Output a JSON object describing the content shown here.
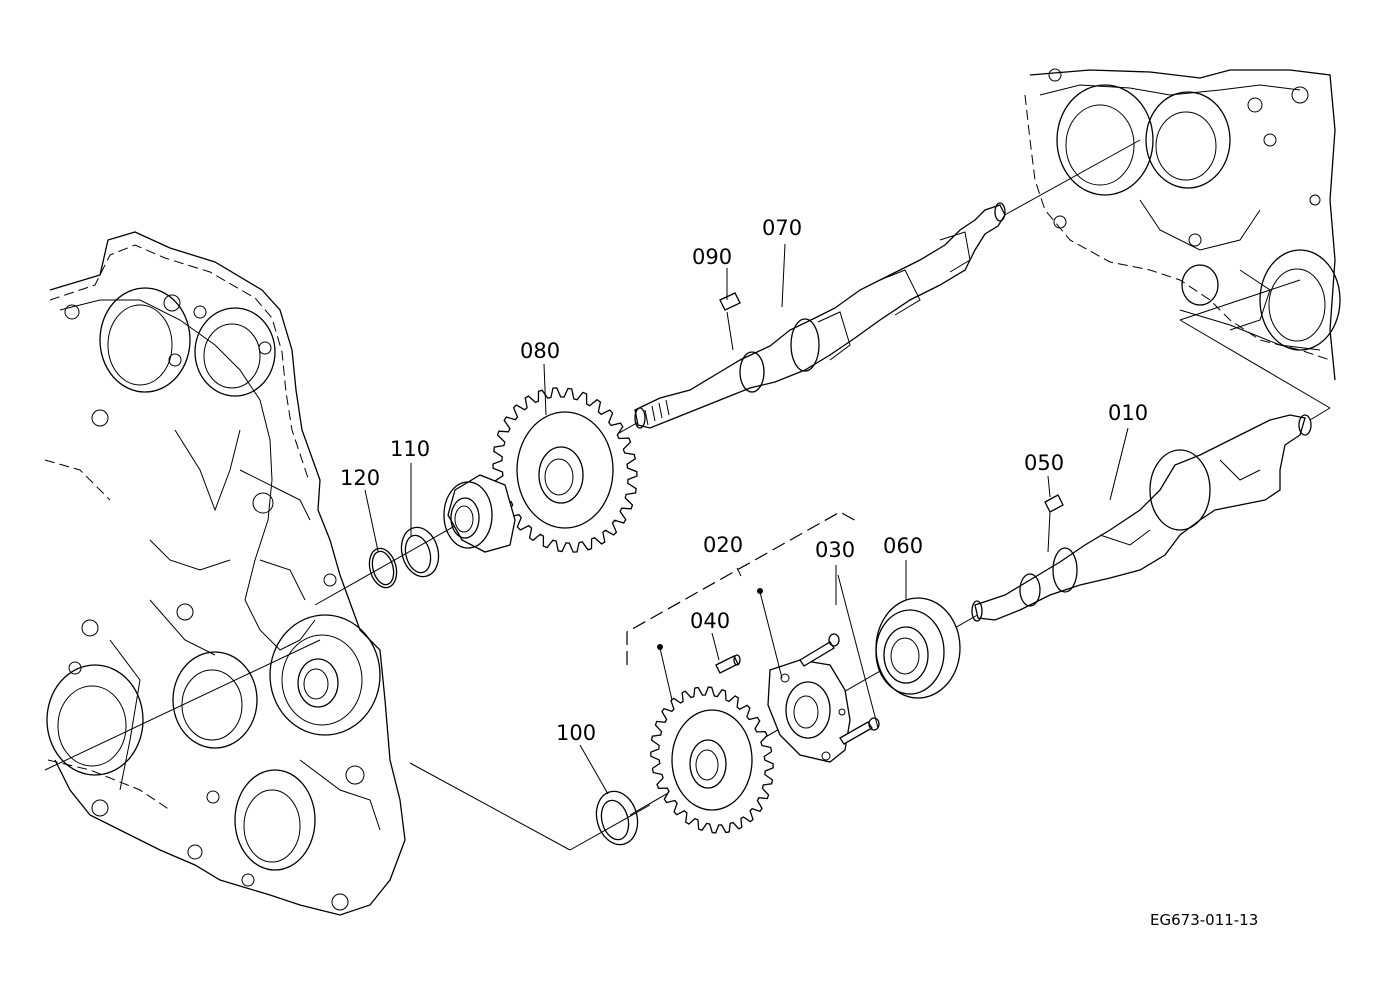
{
  "diagram": {
    "parts": [
      {
        "id": "p010",
        "label": "010"
      },
      {
        "id": "p020",
        "label": "020"
      },
      {
        "id": "p030",
        "label": "030"
      },
      {
        "id": "p040",
        "label": "040"
      },
      {
        "id": "p050",
        "label": "050"
      },
      {
        "id": "p060",
        "label": "060"
      },
      {
        "id": "p070",
        "label": "070"
      },
      {
        "id": "p080",
        "label": "080"
      },
      {
        "id": "p090",
        "label": "090"
      },
      {
        "id": "p100",
        "label": "100"
      },
      {
        "id": "p110",
        "label": "110"
      },
      {
        "id": "p120",
        "label": "120"
      }
    ],
    "reference_code": "EG673-011-13"
  }
}
